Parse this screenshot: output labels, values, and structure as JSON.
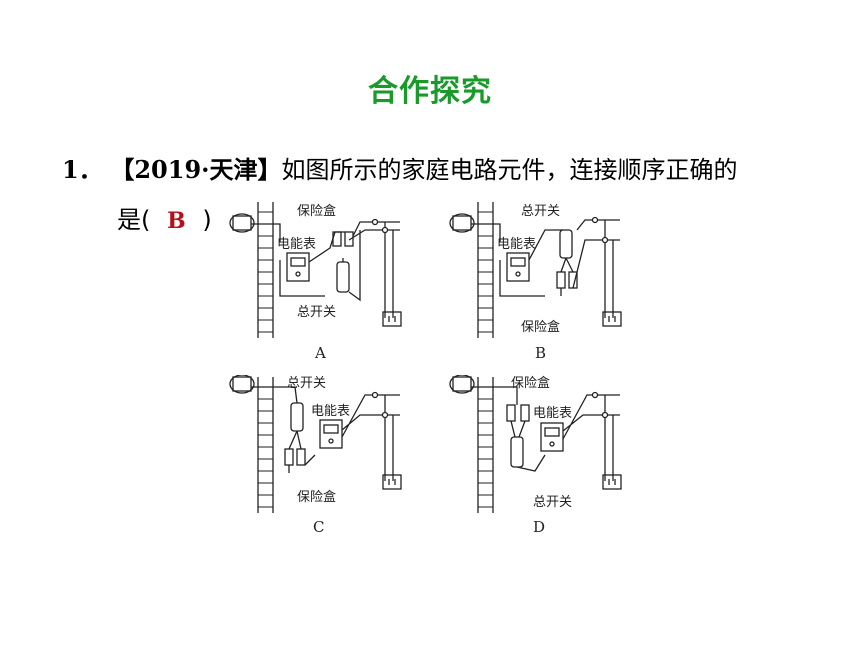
{
  "title": "合作探究",
  "question": {
    "number": "1．",
    "source": "【2019·天津】",
    "text_line1": "如图所示的家庭电路元件，连接顺序正确的",
    "text_line2_prefix": "是(",
    "answer": "B",
    "text_line2_suffix": ")"
  },
  "figures": [
    {
      "caption": "A",
      "labels": [
        "保险盒",
        "电能表",
        "总开关"
      ]
    },
    {
      "caption": "B",
      "labels": [
        "总开关",
        "电能表",
        "保险盒"
      ]
    },
    {
      "caption": "C",
      "labels": [
        "总开关",
        "电能表",
        "保险盒"
      ]
    },
    {
      "caption": "D",
      "labels": [
        "保险盒",
        "电能表",
        "总开关"
      ]
    }
  ]
}
